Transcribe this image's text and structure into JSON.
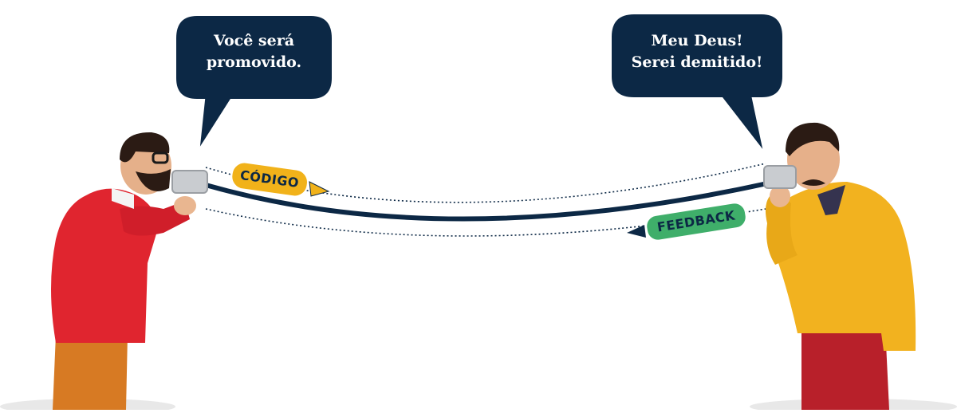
{
  "left_bubble": {
    "lines": [
      "Você será",
      "promovido."
    ]
  },
  "right_bubble": {
    "lines": [
      "Meu Deus!",
      "Serei demitido!"
    ]
  },
  "tags": {
    "code": {
      "label": "CÓDIGO"
    },
    "feedback": {
      "label": "FEEDBACK"
    }
  },
  "people": {
    "left": {
      "description": "speaker"
    },
    "right": {
      "description": "listener"
    }
  },
  "colors": {
    "bubble": "#0c2845",
    "wire": "#0c2845",
    "code_tag": "#f1b21a",
    "feedback_tag": "#3fae6a",
    "left_sweater": "#e0252f",
    "left_pants": "#d77a23",
    "right_sweater": "#f2b21f",
    "right_pants": "#b8202a"
  }
}
